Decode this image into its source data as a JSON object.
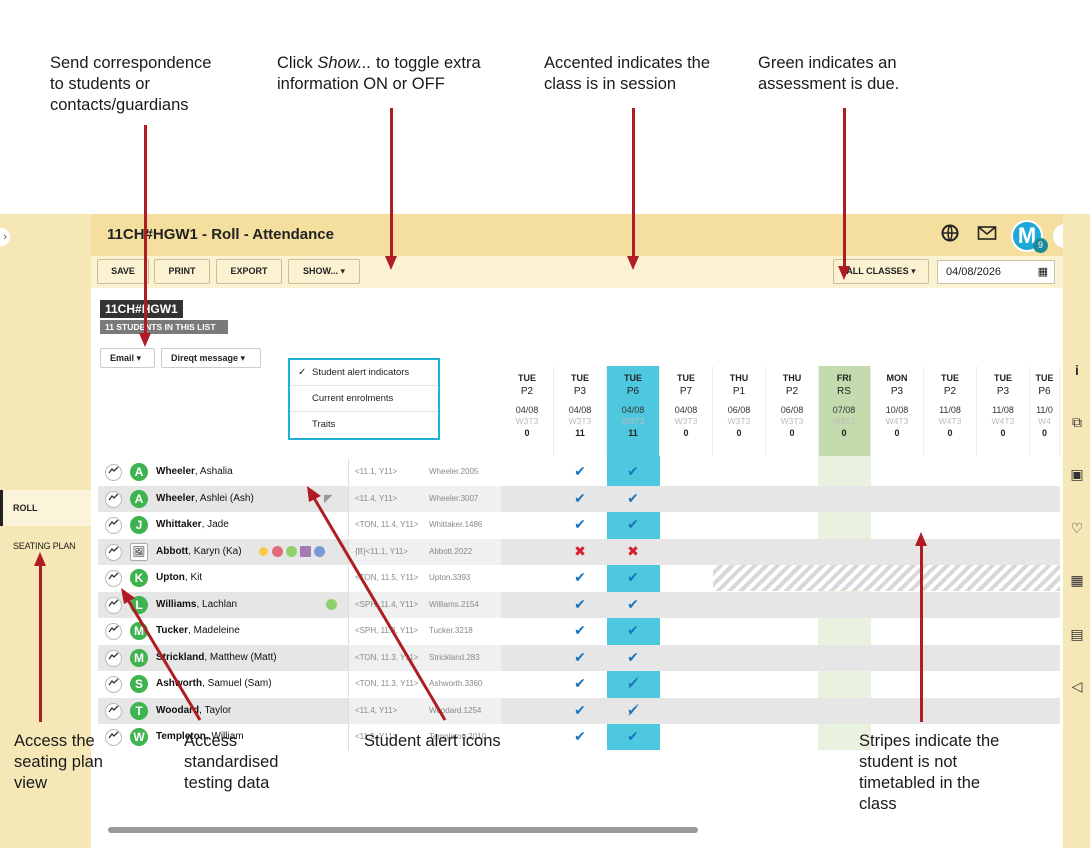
{
  "callouts": {
    "correspondence": "Send correspondence\nto students or\ncontacts/guardians",
    "show_pre": "Click ",
    "show_em": "Show...",
    "show_post": " to toggle extra\ninformation ON or OFF",
    "accented": "Accented indicates the\nclass is in session",
    "green": "Green indicates an\nassessment is due.",
    "seating": "Access the\nseating plan\nview",
    "testing": "Access\nstandardised\ntesting data",
    "alerts": "Student alert icons",
    "stripes": "Stripes indicate the\nstudent is not\ntimetabled in the\nclass"
  },
  "header": {
    "title": "11CH#HGW1 - Roll - Attendance",
    "avatar_letter": "M",
    "avatar_badge": "9"
  },
  "leftnav": {
    "roll": "ROLL",
    "seating": "SEATING PLAN"
  },
  "toolbar": {
    "save": "SAVE",
    "print": "PRINT",
    "export": "EXPORT",
    "show": "SHOW... ▾",
    "all_classes": "ALL CLASSES ▾",
    "date": "04/08/2026"
  },
  "classinfo": {
    "code": "11CH#HGW1",
    "count": "11 STUDENTS IN THIS LIST",
    "email": "Email ▾",
    "direct": "Direqt message ▾"
  },
  "show_menu": [
    "Student alert indicators",
    "Current enrolments",
    "Traits"
  ],
  "show_menu_check": "✓",
  "columns": [
    {
      "day": "TUE",
      "period": "P2",
      "date": "04/08",
      "week": "W3T3",
      "count": "0"
    },
    {
      "day": "TUE",
      "period": "P3",
      "date": "04/08",
      "week": "W3T3",
      "count": "11"
    },
    {
      "day": "TUE",
      "period": "P6",
      "date": "04/08",
      "week": "W3T3",
      "count": "11"
    },
    {
      "day": "TUE",
      "period": "P7",
      "date": "04/08",
      "week": "W3T3",
      "count": "0"
    },
    {
      "day": "THU",
      "period": "P1",
      "date": "06/08",
      "week": "W3T3",
      "count": "0"
    },
    {
      "day": "THU",
      "period": "P2",
      "date": "06/08",
      "week": "W3T3",
      "count": "0"
    },
    {
      "day": "FRI",
      "period": "RS",
      "date": "07/08",
      "week": "W3T3",
      "count": "0"
    },
    {
      "day": "MON",
      "period": "P3",
      "date": "10/08",
      "week": "W4T3",
      "count": "0"
    },
    {
      "day": "TUE",
      "period": "P2",
      "date": "11/08",
      "week": "W4T3",
      "count": "0"
    },
    {
      "day": "TUE",
      "period": "P3",
      "date": "11/08",
      "week": "W4T3",
      "count": "0"
    },
    {
      "day": "TUE",
      "period": "P6",
      "date": "11/0",
      "week": "W4",
      "count": "0"
    }
  ],
  "students": [
    {
      "initial": "A",
      "last": "Wheeler",
      "first": "Ashalia",
      "group": "<11.1, Y11>",
      "id": "Wheeler.2005"
    },
    {
      "initial": "A",
      "last": "Wheeler",
      "first": "Ashlei  (Ash)",
      "group": "<11.4, Y11>",
      "id": "Wheeler.3007"
    },
    {
      "initial": "J",
      "last": "Whittaker",
      "first": "Jade",
      "group": "<TON, 11.4, Y11>",
      "id": "Whittaker.1486"
    },
    {
      "initial": "🖼",
      "last": "Abbott",
      "first": "Karyn  (Ka)",
      "group": "{B}<11.1, Y11>",
      "id": "Abbott.2022"
    },
    {
      "initial": "K",
      "last": "Upton",
      "first": "Kit",
      "group": "<TON, 11.5, Y11>",
      "id": "Upton.3393"
    },
    {
      "initial": "L",
      "last": "Williams",
      "first": "Lachlan",
      "group": "<SPH, 11.4, Y11>",
      "id": "Williams.2154"
    },
    {
      "initial": "M",
      "last": "Tucker",
      "first": "Madeleine",
      "group": "<SPH, 11.3, Y11>",
      "id": "Tucker.3218"
    },
    {
      "initial": "M",
      "last": "Strickland",
      "first": "Matthew  (Matt)",
      "group": "<TON, 11.3, Y11>",
      "id": "Strickland.283"
    },
    {
      "initial": "S",
      "last": "Ashworth",
      "first": "Samuel  (Sam)",
      "group": "<TON, 11.3, Y11>",
      "id": "Ashworth.3360"
    },
    {
      "initial": "T",
      "last": "Woodard",
      "first": "Taylor",
      "group": "<11.4, Y11>",
      "id": "Woodard.1254"
    },
    {
      "initial": "W",
      "last": "Templeton",
      "first": "William",
      "group": "<11.3, Y11>",
      "id": "Templeton.2010"
    }
  ],
  "marks": {
    "tick": "✔",
    "cross": "✖",
    "late": "✔̸"
  },
  "icons": {
    "trend": "trend-line-icon",
    "globe": "globe-icon",
    "mail": "mail-icon",
    "calendar": "calendar-icon"
  },
  "colors": {
    "session": "#4ec8df",
    "assessment": "#c4dbad",
    "present": "#1b75bc",
    "absent": "#d4202c",
    "arrow": "#b01c24"
  }
}
